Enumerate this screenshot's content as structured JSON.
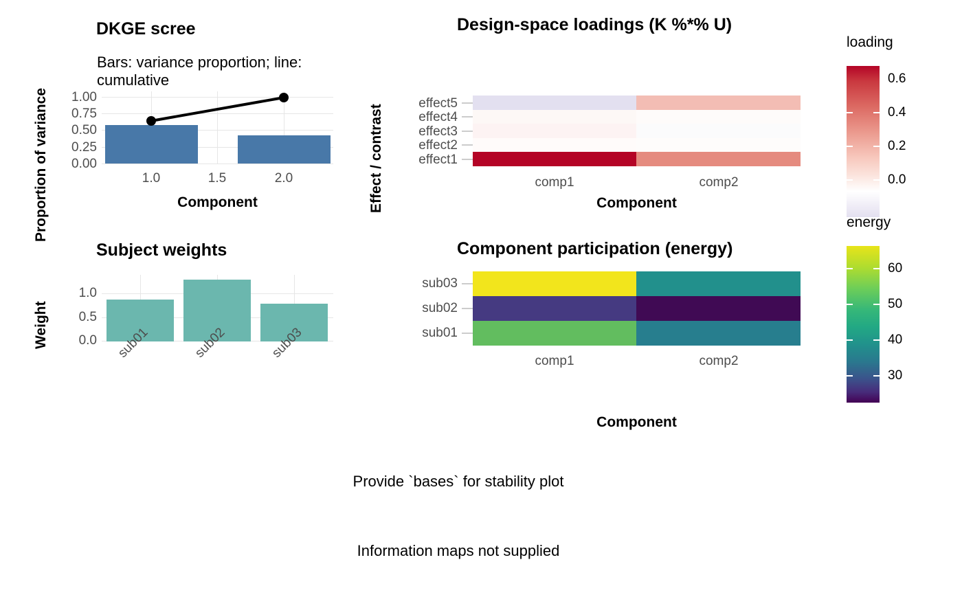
{
  "figure": {
    "messages": [
      "Provide `bases` for stability plot",
      "Information maps not supplied"
    ]
  },
  "panels": {
    "scree": {
      "title": "DKGE scree",
      "subtitle": "Bars: variance proportion; line: cumulative",
      "xlabel": "Component",
      "ylabel": "Proportion of variance",
      "ytick_labels": [
        "1.00",
        "0.75",
        "0.50",
        "0.25",
        "0.00"
      ],
      "xtick_labels": [
        "1.0",
        "1.5",
        "2.0"
      ],
      "bar_color": "#4878a8",
      "line_color": "#000000"
    },
    "loadings": {
      "title": "Design-space loadings (K %*% U)",
      "xlabel": "Component",
      "ylabel": "Effect / contrast",
      "row_labels": [
        "effect5",
        "effect4",
        "effect3",
        "effect2",
        "effect1"
      ],
      "col_labels": [
        "comp1",
        "comp2"
      ]
    },
    "weights": {
      "title": "Subject weights",
      "ylabel": "Weight",
      "ytick_labels": [
        "1.0",
        "0.5",
        "0.0"
      ],
      "xtick_labels": [
        "sub01",
        "sub02",
        "sub03"
      ],
      "bar_color": "#6bb7ae"
    },
    "participation": {
      "title": "Component participation (energy)",
      "xlabel": "Component",
      "row_labels": [
        "sub03",
        "sub02",
        "sub01"
      ],
      "col_labels": [
        "comp1",
        "comp2"
      ]
    }
  },
  "legends": {
    "loading": {
      "title": "loading",
      "ticks": [
        "0.6",
        "0.4",
        "0.2",
        "0.0"
      ],
      "low_color": "#e3e0f0",
      "mid_color": "#ffffff",
      "high_color": "#b40426"
    },
    "energy": {
      "title": "energy",
      "ticks": [
        "60",
        "50",
        "40",
        "30"
      ],
      "low_color": "#440154",
      "high_color": "#e8e419"
    }
  },
  "chart_data": [
    {
      "type": "bar",
      "title": "DKGE scree",
      "subtitle": "Bars: variance proportion; line: cumulative",
      "xlabel": "Component",
      "ylabel": "Proportion of variance",
      "categories": [
        1.0,
        2.0
      ],
      "x": [
        1.0,
        2.0
      ],
      "values": [
        0.58,
        0.42
      ],
      "series": [
        {
          "name": "variance proportion",
          "type": "bar",
          "values": [
            0.58,
            0.42
          ]
        },
        {
          "name": "cumulative",
          "type": "line",
          "values": [
            0.58,
            1.0
          ]
        }
      ],
      "xlim": [
        0.625,
        2.375
      ],
      "ylim": [
        0.0,
        1.08
      ],
      "yticks": [
        0.0,
        0.25,
        0.5,
        0.75,
        1.0
      ],
      "xticks": [
        1.0,
        1.5,
        2.0
      ],
      "grid": true,
      "legend": "none"
    },
    {
      "type": "heatmap",
      "title": "Design-space loadings (K %*% U)",
      "xlabel": "Component",
      "ylabel": "Effect / contrast",
      "x": [
        "comp1",
        "comp2"
      ],
      "y": [
        "effect1",
        "effect2",
        "effect3",
        "effect4",
        "effect5"
      ],
      "z": [
        [
          0.7,
          0.3
        ],
        [
          0.01,
          0.0
        ],
        [
          0.03,
          0.005
        ],
        [
          0.005,
          0.01
        ],
        [
          -0.045,
          0.18
        ]
      ],
      "cell_colors": [
        [
          "#b40426",
          "#e58b7f"
        ],
        [
          "#fffbfa",
          "#fefcfb"
        ],
        [
          "#fdf3f3",
          "#fbfbfc"
        ],
        [
          "#fdf8f6",
          "#fefbfa"
        ],
        [
          "#e3e0f0",
          "#f3bdb4"
        ]
      ],
      "zlabel": "loading",
      "zlim": [
        -0.05,
        0.72
      ],
      "colormap": "coolwarm-red",
      "legend": "right"
    },
    {
      "type": "bar",
      "title": "Subject weights",
      "ylabel": "Weight",
      "categories": [
        "sub01",
        "sub02",
        "sub03"
      ],
      "values": [
        0.87,
        1.28,
        0.78
      ],
      "ylim": [
        0.0,
        1.38
      ],
      "yticks": [
        0.0,
        0.5,
        1.0
      ],
      "grid": true,
      "legend": "none"
    },
    {
      "type": "heatmap",
      "title": "Component participation (energy)",
      "xlabel": "Component",
      "x": [
        "comp1",
        "comp2"
      ],
      "y": [
        "sub01",
        "sub02",
        "sub03"
      ],
      "z": [
        [
          57.0,
          42.5
        ],
        [
          33.0,
          25.5
        ],
        [
          65.5,
          47.0
        ]
      ],
      "cell_colors": [
        [
          "#62bd5f",
          "#277e8e"
        ],
        [
          "#453a81",
          "#400a54"
        ],
        [
          "#f2e51c",
          "#22908c"
        ]
      ],
      "zlabel": "energy",
      "zlim": [
        25,
        66
      ],
      "colormap": "viridis",
      "legend": "right"
    }
  ]
}
